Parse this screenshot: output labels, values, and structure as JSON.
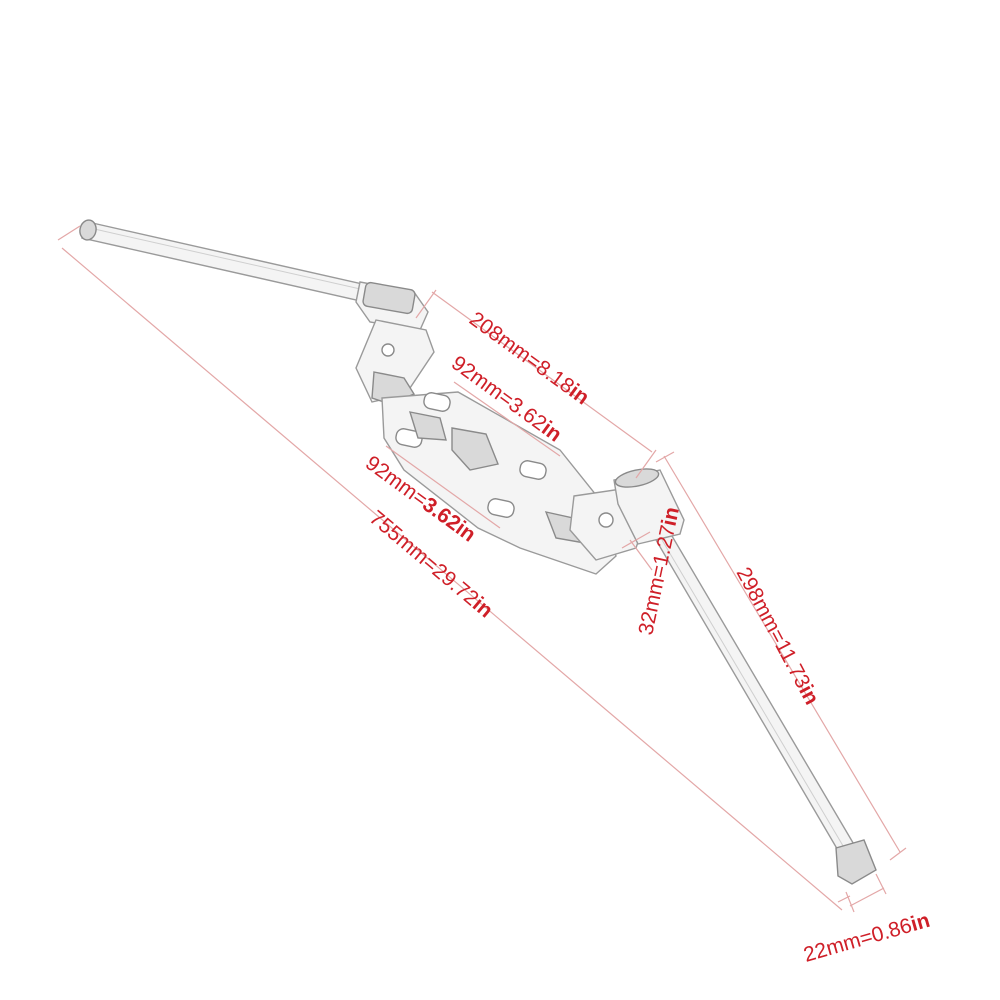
{
  "product": {
    "name": "clip-on handlebar set"
  },
  "dimensions": [
    {
      "id": "overall-length",
      "mm": "755mm=",
      "inch": "29.72",
      "unit": "in"
    },
    {
      "id": "clamp-to-clamp",
      "mm": "208mm=",
      "inch": "8.18",
      "unit": "in"
    },
    {
      "id": "hole-spacing-top",
      "mm": "92mm=",
      "inch": "3.62",
      "unit": "in"
    },
    {
      "id": "hole-spacing-side",
      "mm": "92mm=",
      "inch": "3.62",
      "unit": "in"
    },
    {
      "id": "clamp-height",
      "mm": "32mm=",
      "inch": "1.27",
      "unit": "in"
    },
    {
      "id": "bar-length",
      "mm": "298mm=",
      "inch": "11.73",
      "unit": "in"
    },
    {
      "id": "bar-diameter",
      "mm": "22mm=",
      "inch": "0.86",
      "unit": "in"
    }
  ],
  "colors": {
    "label": "#cf1f28",
    "dimension_line": "#e3a7a7",
    "metal_edge": "#9a9a9a"
  }
}
